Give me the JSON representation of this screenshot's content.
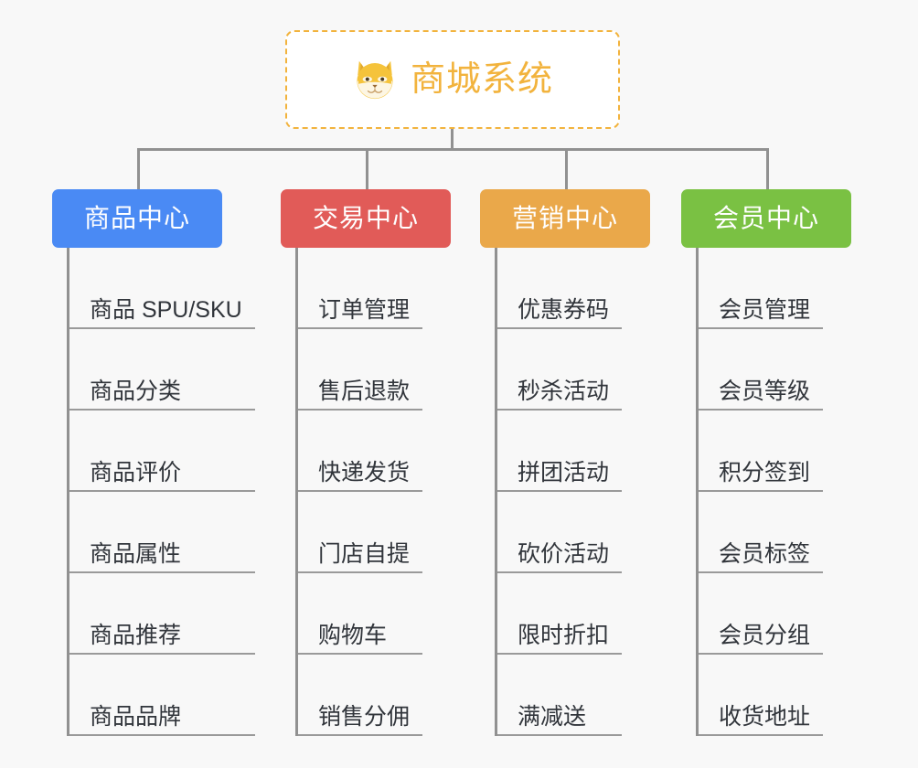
{
  "root": {
    "title": "商城系统",
    "icon": "shiba-dog-icon",
    "border_color": "#f2b33d",
    "text_color": "#f2b33d",
    "background": "#ffffff"
  },
  "canvas": {
    "background": "#f8f8f8",
    "line_color": "#919191"
  },
  "branches": [
    {
      "label": "商品中心",
      "color": "#4a8af4",
      "items": [
        "商品 SPU/SKU",
        "商品分类",
        "商品评价",
        "商品属性",
        "商品推荐",
        "商品品牌"
      ]
    },
    {
      "label": "交易中心",
      "color": "#e15b58",
      "items": [
        "订单管理",
        "售后退款",
        "快递发货",
        "门店自提",
        "购物车",
        "销售分佣"
      ]
    },
    {
      "label": "营销中心",
      "color": "#eaa84a",
      "items": [
        "优惠券码",
        "秒杀活动",
        "拼团活动",
        "砍价活动",
        "限时折扣",
        "满减送"
      ]
    },
    {
      "label": "会员中心",
      "color": "#7ac143",
      "items": [
        "会员管理",
        "会员等级",
        "积分签到",
        "会员标签",
        "会员分组",
        "收货地址"
      ]
    }
  ]
}
